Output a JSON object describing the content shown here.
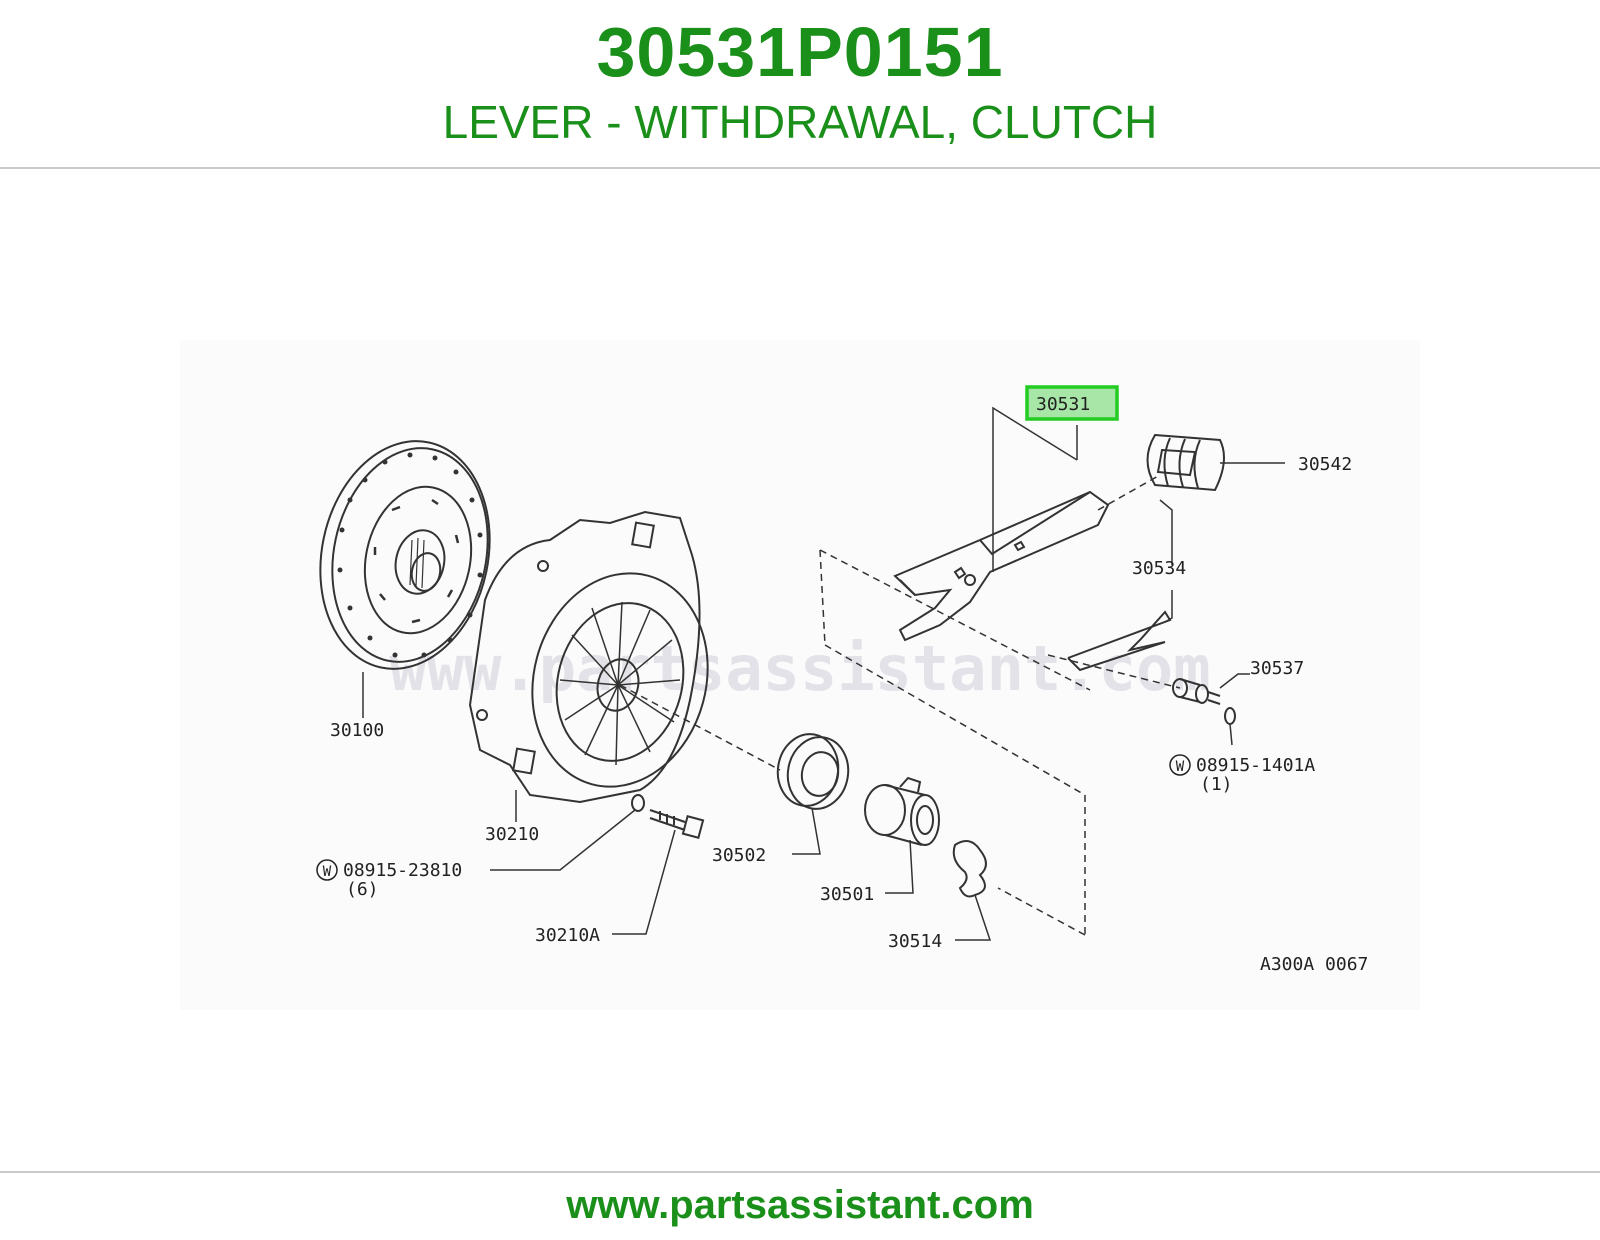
{
  "header": {
    "part_number": "30531P0151",
    "part_name": "LEVER - WITHDRAWAL, CLUTCH"
  },
  "diagram": {
    "watermark": "www.partsassistant.com",
    "figure_code": "A300A 0067",
    "highlighted_part": "30531",
    "labels": {
      "p30531": "30531",
      "p30542": "30542",
      "p30534": "30534",
      "p30537": "30537",
      "p08915_1401A": "08915-1401A",
      "p08915_1401A_qty": "(1)",
      "p30100": "30100",
      "p30210": "30210",
      "p08915_23810": "08915-23810",
      "p08915_23810_qty": "(6)",
      "p30210A": "30210A",
      "p30502": "30502",
      "p30501": "30501",
      "p30514": "30514",
      "washer_mark_1": "W",
      "washer_mark_2": "W"
    },
    "colors": {
      "highlight_border": "#22cc22",
      "highlight_fill": "#a8e6a8",
      "line": "#333333"
    }
  },
  "footer": {
    "url": "www.partsassistant.com"
  }
}
